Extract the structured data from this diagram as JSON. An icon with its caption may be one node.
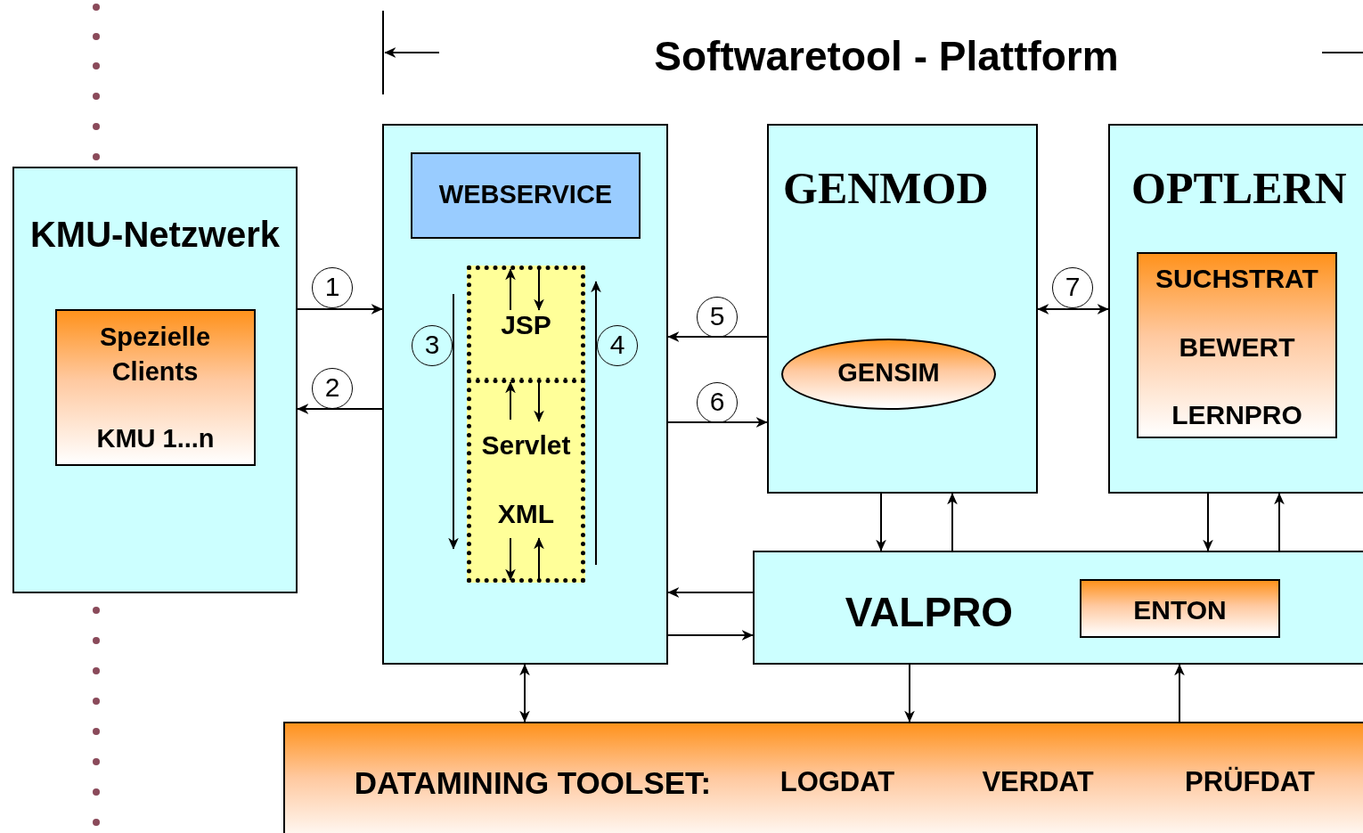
{
  "diagram": {
    "title": "Softwaretool - Plattform",
    "nodes": [
      {
        "text": [
          "KMU-Netzwerk"
        ]
      },
      {
        "text": [
          "Spezielle Clients",
          "KMU 1...n"
        ],
        "in": 0
      },
      {
        "text": [],
        "shape": "box"
      },
      {
        "text": [
          "WEBSERVICE"
        ],
        "in": 2
      },
      {
        "text": [
          "JSP"
        ],
        "in": 2
      },
      {
        "text": [
          "Servlet",
          "XML"
        ],
        "in": 2
      },
      {
        "text": [
          "GENMOD"
        ]
      },
      {
        "text": [
          "GENSIM"
        ],
        "in": 6
      },
      {
        "text": [
          "OPTLERN"
        ]
      },
      {
        "text": [
          "SUCHSTRAT",
          "BEWERT",
          "LERNPRO"
        ],
        "in": 8
      },
      {
        "text": [
          "VALPRO"
        ]
      },
      {
        "text": [
          "ENTON"
        ],
        "in": 10
      },
      {
        "text": [
          "DATAMINING TOOLSET:",
          "LOGDAT",
          "VERDAT",
          "PRÜFDAT"
        ]
      }
    ],
    "edges": [
      {
        "from": 0,
        "to": 2,
        "arrow": "to",
        "label": "1"
      },
      {
        "from": 2,
        "to": 0,
        "arrow": "to",
        "label": "2"
      },
      {
        "from": 6,
        "to": 2,
        "arrow": "to",
        "label": "5"
      },
      {
        "from": 2,
        "to": 6,
        "arrow": "to",
        "label": "6"
      },
      {
        "from": 6,
        "to": 8,
        "arrow": "both",
        "label": "7"
      },
      {
        "from": null,
        "to": 4,
        "arrow": "to"
      },
      {
        "from": null,
        "to": 4,
        "arrow": "to"
      },
      {
        "from": 5,
        "to": 4,
        "arrow": "to"
      },
      {
        "from": 4,
        "to": 5,
        "arrow": "to"
      },
      {
        "from": null,
        "to": 5,
        "arrow": "to"
      },
      {
        "from": null,
        "to": 5,
        "arrow": "to"
      },
      {
        "from": 6,
        "to": 10,
        "arrow": "to"
      },
      {
        "from": 10,
        "to": 6,
        "arrow": "to"
      },
      {
        "from": 8,
        "to": 10,
        "arrow": "to"
      },
      {
        "from": 10,
        "to": 8,
        "arrow": "to"
      },
      {
        "from": 10,
        "to": 2,
        "arrow": "to"
      },
      {
        "from": 2,
        "to": 10,
        "arrow": "to"
      },
      {
        "from": 2,
        "to": 12,
        "arrow": "both"
      },
      {
        "from": 10,
        "to": 12,
        "arrow": "to"
      },
      {
        "from": 12,
        "to": 10,
        "arrow": "to"
      }
    ],
    "labels": [
      "3",
      "4"
    ]
  }
}
